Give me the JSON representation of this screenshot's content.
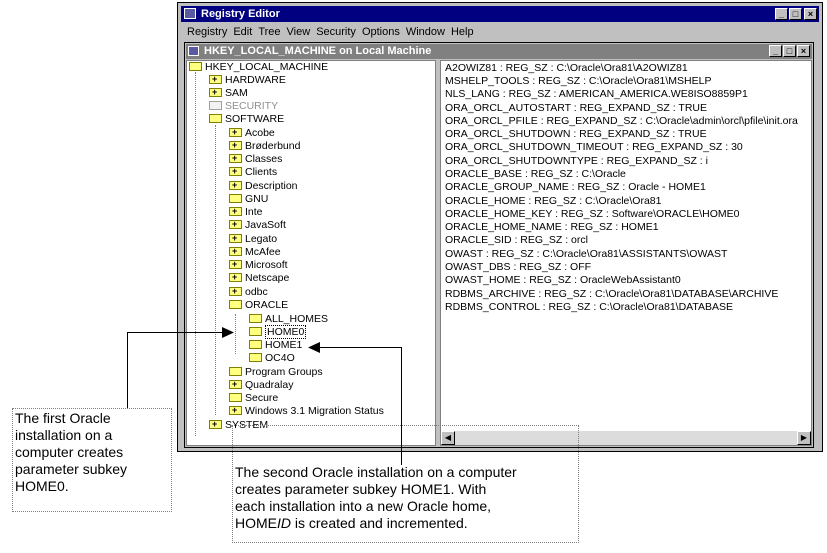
{
  "window": {
    "title": "Registry Editor"
  },
  "menu": [
    "Registry",
    "Edit",
    "Tree",
    "View",
    "Security",
    "Options",
    "Window",
    "Help"
  ],
  "child": {
    "title": "HKEY_LOCAL_MACHINE on Local Machine"
  },
  "tree": {
    "root": "HKEY_LOCAL_MACHINE",
    "top_keys": [
      "HARDWARE",
      "SAM",
      "SECURITY",
      "SOFTWARE"
    ],
    "software_keys": [
      "Acobe",
      "Brøderbund",
      "Classes",
      "Clients",
      "Description",
      "GNU",
      "Inte",
      "JavaSoft",
      "Legato",
      "McAfee",
      "Microsoft",
      "Netscape",
      "odbc",
      "ORACLE"
    ],
    "oracle_keys": [
      "ALL_HOMES",
      "HOME0",
      "HOME1",
      "OC4O"
    ],
    "after_keys": [
      "Program Groups",
      "Quadralay",
      "Secure",
      "Windows 3.1 Migration Status"
    ],
    "system": "SYSTEM"
  },
  "values": [
    "A2OWIZ81 : REG_SZ : C:\\Oracle\\Ora81\\A2OWIZ81",
    "MSHELP_TOOLS : REG_SZ : C:\\Oracle\\Ora81\\MSHELP",
    "NLS_LANG : REG_SZ : AMERICAN_AMERICA.WE8ISO8859P1",
    "ORA_ORCL_AUTOSTART : REG_EXPAND_SZ : TRUE",
    "ORA_ORCL_PFILE : REG_EXPAND_SZ : C:\\Oracle\\admin\\orcl\\pfile\\init.ora",
    "ORA_ORCL_SHUTDOWN : REG_EXPAND_SZ : TRUE",
    "ORA_ORCL_SHUTDOWN_TIMEOUT : REG_EXPAND_SZ : 30",
    "ORA_ORCL_SHUTDOWNTYPE : REG_EXPAND_SZ : i",
    "ORACLE_BASE : REG_SZ : C:\\Oracle",
    "ORACLE_GROUP_NAME : REG_SZ : Oracle - HOME1",
    "ORACLE_HOME : REG_SZ : C:\\Oracle\\Ora81",
    "ORACLE_HOME_KEY : REG_SZ : Software\\ORACLE\\HOME0",
    "ORACLE_HOME_NAME : REG_SZ : HOME1",
    "ORACLE_SID : REG_SZ : orcl",
    "OWAST : REG_SZ : C:\\Oracle\\Ora81\\ASSISTANTS\\OWAST",
    "OWAST_DBS : REG_SZ : OFF",
    "OWAST_HOME : REG_SZ : OracleWebAssistant0",
    "RDBMS_ARCHIVE : REG_SZ : C:\\Oracle\\Ora81\\DATABASE\\ARCHIVE",
    "RDBMS_CONTROL : REG_SZ : C:\\Oracle\\Ora81\\DATABASE"
  ],
  "annotations": {
    "first": [
      "The first Oracle",
      "installation on a",
      "computer creates",
      "parameter subkey",
      "HOME0."
    ],
    "second": {
      "line1": "The second Oracle installation on a computer",
      "line2": "creates parameter subkey HOME1. With",
      "line3": "each installation into a new Oracle home,",
      "line4_pre": "HOME",
      "line4_em": "ID",
      "line4_post": " is created and incremented."
    }
  },
  "colors": {
    "title_active": "#000080",
    "title_inactive": "#808080",
    "folder": "#ffff80"
  }
}
